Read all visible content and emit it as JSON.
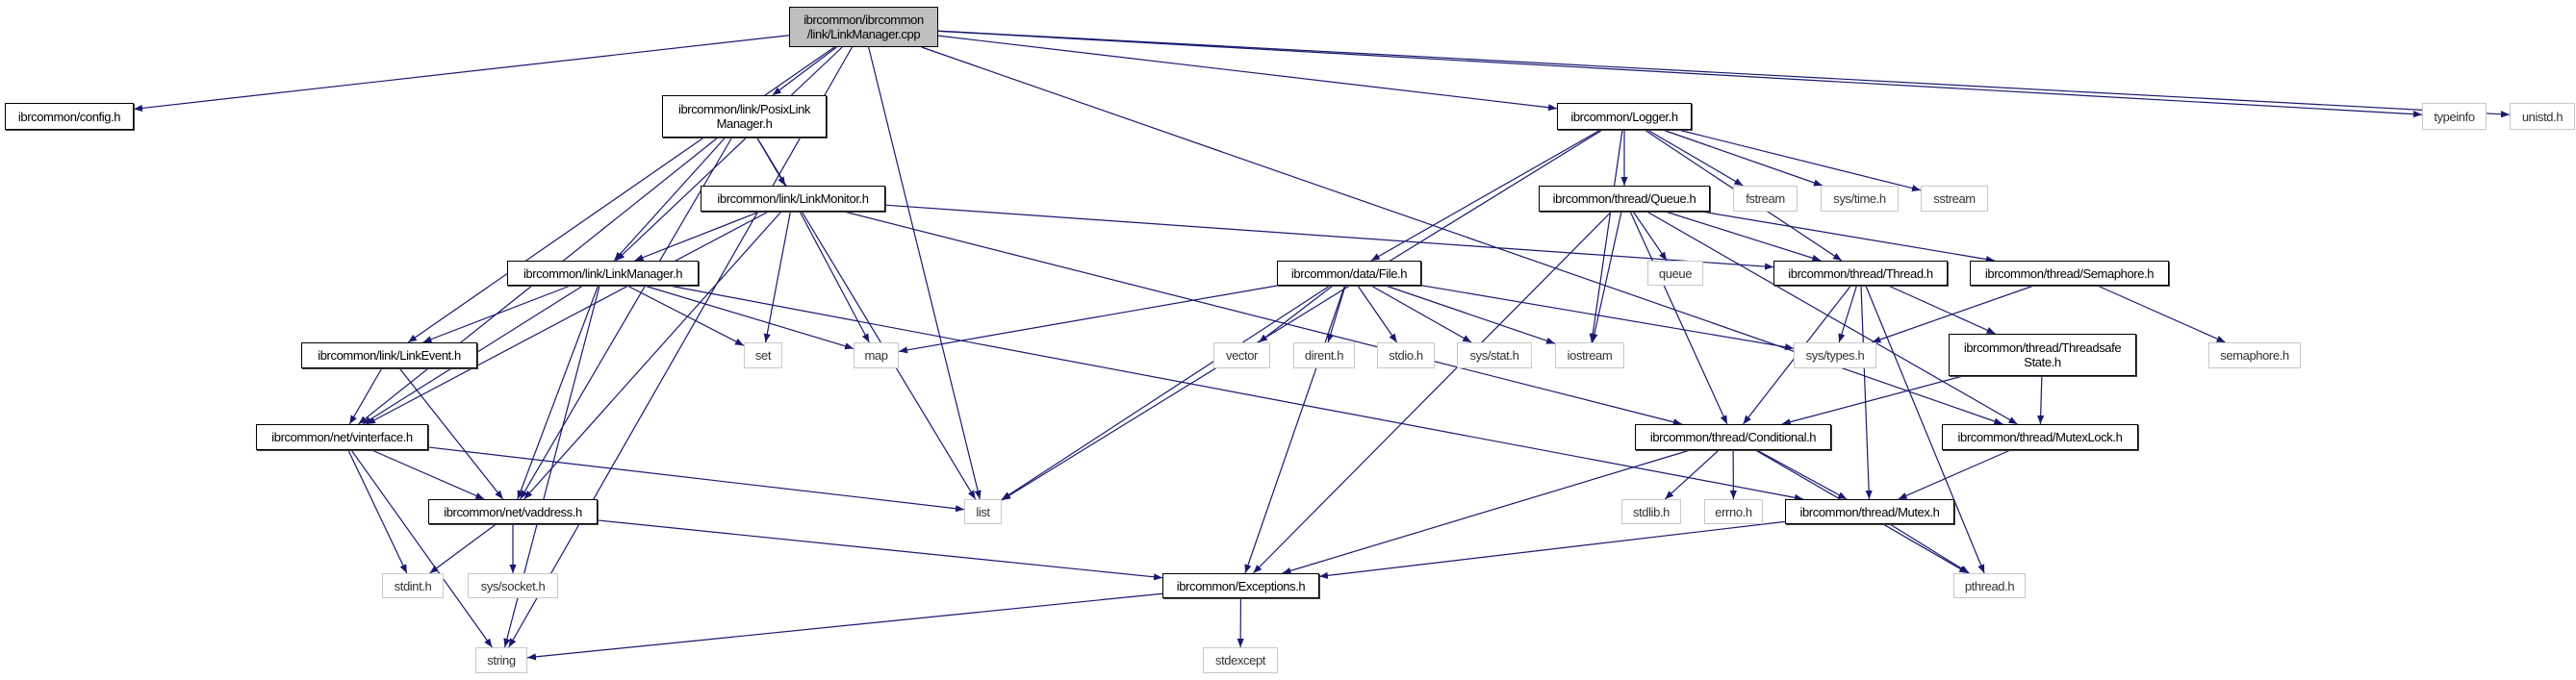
{
  "colors": {
    "edge": "#191970",
    "root_fill": "#bfbfbf",
    "system_border": "#c8c8c8",
    "project_border": "#000000"
  },
  "nodes": [
    {
      "id": "main",
      "label": "ibrcommon/ibrcommon\n/link/LinkManager.cpp",
      "kind": "root"
    },
    {
      "id": "config",
      "label": "ibrcommon/config.h",
      "kind": "project"
    },
    {
      "id": "posix",
      "label": "ibrcommon/link/PosixLink\nManager.h",
      "kind": "project"
    },
    {
      "id": "monitor",
      "label": "ibrcommon/link/LinkMonitor.h",
      "kind": "project"
    },
    {
      "id": "lmh",
      "label": "ibrcommon/link/LinkManager.h",
      "kind": "project"
    },
    {
      "id": "event",
      "label": "ibrcommon/link/LinkEvent.h",
      "kind": "project"
    },
    {
      "id": "vif",
      "label": "ibrcommon/net/vinterface.h",
      "kind": "project"
    },
    {
      "id": "vaddr",
      "label": "ibrcommon/net/vaddress.h",
      "kind": "project"
    },
    {
      "id": "stdint",
      "label": "stdint.h",
      "kind": "system"
    },
    {
      "id": "socket",
      "label": "sys/socket.h",
      "kind": "system"
    },
    {
      "id": "string",
      "label": "string",
      "kind": "system"
    },
    {
      "id": "set",
      "label": "set",
      "kind": "system"
    },
    {
      "id": "map",
      "label": "map",
      "kind": "system"
    },
    {
      "id": "logger",
      "label": "ibrcommon/Logger.h",
      "kind": "project"
    },
    {
      "id": "queueh",
      "label": "ibrcommon/thread/Queue.h",
      "kind": "project"
    },
    {
      "id": "file",
      "label": "ibrcommon/data/File.h",
      "kind": "project"
    },
    {
      "id": "queue",
      "label": "queue",
      "kind": "system"
    },
    {
      "id": "vector",
      "label": "vector",
      "kind": "system"
    },
    {
      "id": "dirent",
      "label": "dirent.h",
      "kind": "system"
    },
    {
      "id": "stdio",
      "label": "stdio.h",
      "kind": "system"
    },
    {
      "id": "stat",
      "label": "sys/stat.h",
      "kind": "system"
    },
    {
      "id": "iostream",
      "label": "iostream",
      "kind": "system"
    },
    {
      "id": "list",
      "label": "list",
      "kind": "system"
    },
    {
      "id": "exc",
      "label": "ibrcommon/Exceptions.h",
      "kind": "project"
    },
    {
      "id": "stdexcept",
      "label": "stdexcept",
      "kind": "system"
    },
    {
      "id": "cond",
      "label": "ibrcommon/thread/Conditional.h",
      "kind": "project"
    },
    {
      "id": "stdlib",
      "label": "stdlib.h",
      "kind": "system"
    },
    {
      "id": "errno",
      "label": "errno.h",
      "kind": "system"
    },
    {
      "id": "fstream",
      "label": "fstream",
      "kind": "system"
    },
    {
      "id": "time",
      "label": "sys/time.h",
      "kind": "system"
    },
    {
      "id": "sstream",
      "label": "sstream",
      "kind": "system"
    },
    {
      "id": "typeinfo",
      "label": "typeinfo",
      "kind": "system"
    },
    {
      "id": "unistd",
      "label": "unistd.h",
      "kind": "system"
    },
    {
      "id": "thread",
      "label": "ibrcommon/thread/Thread.h",
      "kind": "project"
    },
    {
      "id": "sema",
      "label": "ibrcommon/thread/Semaphore.h",
      "kind": "project"
    },
    {
      "id": "types",
      "label": "sys/types.h",
      "kind": "system"
    },
    {
      "id": "tss",
      "label": "ibrcommon/thread/Threadsafe\nState.h",
      "kind": "project"
    },
    {
      "id": "semaphore",
      "label": "semaphore.h",
      "kind": "system"
    },
    {
      "id": "mlock",
      "label": "ibrcommon/thread/MutexLock.h",
      "kind": "project"
    },
    {
      "id": "mutex",
      "label": "ibrcommon/thread/Mutex.h",
      "kind": "project"
    },
    {
      "id": "pthread",
      "label": "pthread.h",
      "kind": "system"
    }
  ],
  "edges": [
    [
      "main",
      "config"
    ],
    [
      "main",
      "string"
    ],
    [
      "main",
      "event"
    ],
    [
      "main",
      "lmh"
    ],
    [
      "main",
      "posix"
    ],
    [
      "main",
      "list"
    ],
    [
      "main",
      "logger"
    ],
    [
      "main",
      "mlock"
    ],
    [
      "main",
      "typeinfo"
    ],
    [
      "main",
      "unistd"
    ],
    [
      "posix",
      "vif"
    ],
    [
      "posix",
      "vaddr"
    ],
    [
      "posix",
      "lmh"
    ],
    [
      "posix",
      "monitor"
    ],
    [
      "posix",
      "list"
    ],
    [
      "monitor",
      "lmh"
    ],
    [
      "monitor",
      "vif"
    ],
    [
      "monitor",
      "vaddr"
    ],
    [
      "monitor",
      "set"
    ],
    [
      "monitor",
      "map"
    ],
    [
      "monitor",
      "cond"
    ],
    [
      "monitor",
      "thread"
    ],
    [
      "lmh",
      "event"
    ],
    [
      "lmh",
      "vif"
    ],
    [
      "lmh",
      "vaddr"
    ],
    [
      "lmh",
      "string"
    ],
    [
      "lmh",
      "set"
    ],
    [
      "lmh",
      "map"
    ],
    [
      "lmh",
      "mutex"
    ],
    [
      "event",
      "vif"
    ],
    [
      "event",
      "vaddr"
    ],
    [
      "vif",
      "vaddr"
    ],
    [
      "vif",
      "stdint"
    ],
    [
      "vif",
      "string"
    ],
    [
      "vif",
      "list"
    ],
    [
      "vaddr",
      "stdint"
    ],
    [
      "vaddr",
      "socket"
    ],
    [
      "vaddr",
      "exc"
    ],
    [
      "exc",
      "string"
    ],
    [
      "exc",
      "stdexcept"
    ],
    [
      "logger",
      "list"
    ],
    [
      "logger",
      "file"
    ],
    [
      "logger",
      "iostream"
    ],
    [
      "logger",
      "queueh"
    ],
    [
      "logger",
      "fstream"
    ],
    [
      "logger",
      "time"
    ],
    [
      "logger",
      "sstream"
    ],
    [
      "logger",
      "thread"
    ],
    [
      "queueh",
      "queue"
    ],
    [
      "queueh",
      "iostream"
    ],
    [
      "queueh",
      "exc"
    ],
    [
      "queueh",
      "cond"
    ],
    [
      "queueh",
      "thread"
    ],
    [
      "queueh",
      "sema"
    ],
    [
      "queueh",
      "mlock"
    ],
    [
      "file",
      "map"
    ],
    [
      "file",
      "vector"
    ],
    [
      "file",
      "dirent"
    ],
    [
      "file",
      "stdio"
    ],
    [
      "file",
      "stat"
    ],
    [
      "file",
      "iostream"
    ],
    [
      "file",
      "list"
    ],
    [
      "file",
      "exc"
    ],
    [
      "file",
      "types"
    ],
    [
      "thread",
      "types"
    ],
    [
      "thread",
      "cond"
    ],
    [
      "thread",
      "mutex"
    ],
    [
      "thread",
      "tss"
    ],
    [
      "thread",
      "pthread"
    ],
    [
      "sema",
      "types"
    ],
    [
      "sema",
      "semaphore"
    ],
    [
      "tss",
      "cond"
    ],
    [
      "tss",
      "mlock"
    ],
    [
      "cond",
      "stdlib"
    ],
    [
      "cond",
      "errno"
    ],
    [
      "cond",
      "mutex"
    ],
    [
      "cond",
      "exc"
    ],
    [
      "cond",
      "pthread"
    ],
    [
      "mlock",
      "mutex"
    ],
    [
      "mutex",
      "exc"
    ],
    [
      "mutex",
      "pthread"
    ]
  ]
}
